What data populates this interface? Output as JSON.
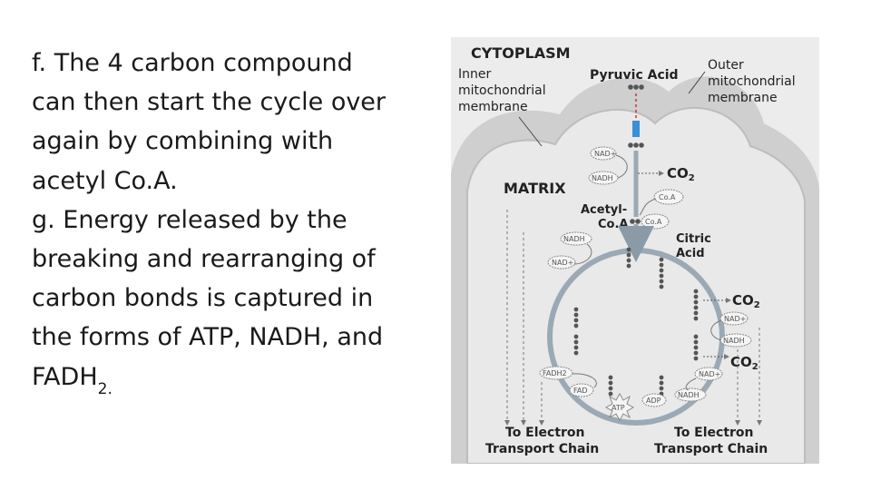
{
  "slide": {
    "lines": [
      "f. The 4 carbon compound",
      "can then start the cycle over",
      "again by combining with",
      "acetyl Co.A.",
      "g. Energy released by the",
      "breaking and rearranging of",
      "carbon bonds is captured in",
      "the forms of ATP, NADH, and"
    ],
    "last_line_main": "FADH",
    "last_line_sub": "2."
  },
  "diagram": {
    "cytoplasm": "CYTOPLASM",
    "inner_membrane": [
      "Inner",
      "mitochondrial",
      "membrane"
    ],
    "pyruvic_acid": "Pyruvic Acid",
    "outer_membrane": [
      "Outer",
      "mitochondrial",
      "membrane"
    ],
    "matrix": "MATRIX",
    "co2": "CO2",
    "co2_sub": "2",
    "co2_main": "CO",
    "acetyl": [
      "Acetyl-",
      "Co.A"
    ],
    "coa": "Co.A",
    "citric_acid": [
      "Citric",
      "Acid"
    ],
    "nad": "NAD+",
    "nadh": "NADH",
    "fadh2": "FADH2",
    "fad": "FAD",
    "atp": "ATP",
    "adp": "ADP",
    "etc_left": [
      "To Electron",
      "Transport Chain"
    ],
    "etc_right": [
      "To Electron",
      "Transport Chain"
    ]
  },
  "colors": {
    "membrane_fill": "#d0d0d0",
    "matrix_fill": "#e6e6e6",
    "arrow": "#9aa9b5",
    "carbon": "#555555",
    "highlight": "#3a8fd6"
  }
}
